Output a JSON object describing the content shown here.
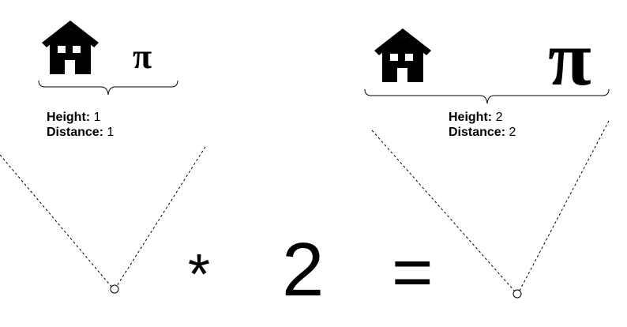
{
  "left": {
    "pi_symbol": "π",
    "height_label": "Height:",
    "height_value": "1",
    "distance_label": "Distance:",
    "distance_value": "1"
  },
  "right": {
    "pi_symbol": "π",
    "height_label": "Height:",
    "height_value": "2",
    "distance_label": "Distance:",
    "distance_value": "2"
  },
  "equation": {
    "multiply": "*",
    "factor": "2",
    "equals": "="
  },
  "icons": {
    "house": "house-icon"
  },
  "colors": {
    "stroke": "#000000",
    "background": "#ffffff"
  }
}
